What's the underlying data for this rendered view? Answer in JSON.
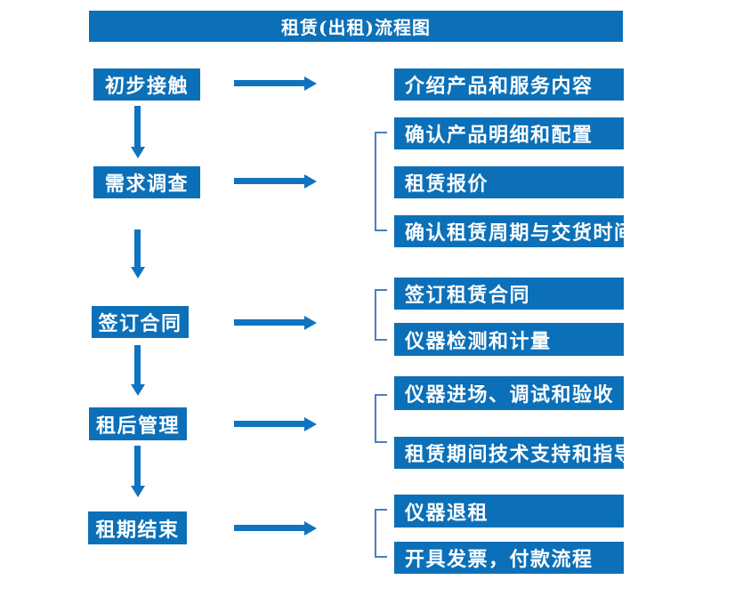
{
  "title": "租赁(出租)流程图",
  "colors": {
    "primary_blue": "#0c70b8",
    "arrow_blue": "#0f73c0",
    "bracket_blue": "#4d7ebf",
    "text_white": "#ffffff"
  },
  "rows": [
    {
      "step": "初步接触",
      "details": [
        "介绍产品和服务内容"
      ]
    },
    {
      "step": "需求调查",
      "details": [
        "确认产品明细和配置",
        "租赁报价",
        "确认租赁周期与交货时间"
      ]
    },
    {
      "step": "签订合同",
      "details": [
        "签订租赁合同",
        "仪器检测和计量"
      ]
    },
    {
      "step": "租后管理",
      "details": [
        "仪器进场、调试和验收",
        "租赁期间技术支持和指导"
      ]
    },
    {
      "step": "租期结束",
      "details": [
        "仪器退租",
        "开具发票，付款流程"
      ]
    }
  ]
}
